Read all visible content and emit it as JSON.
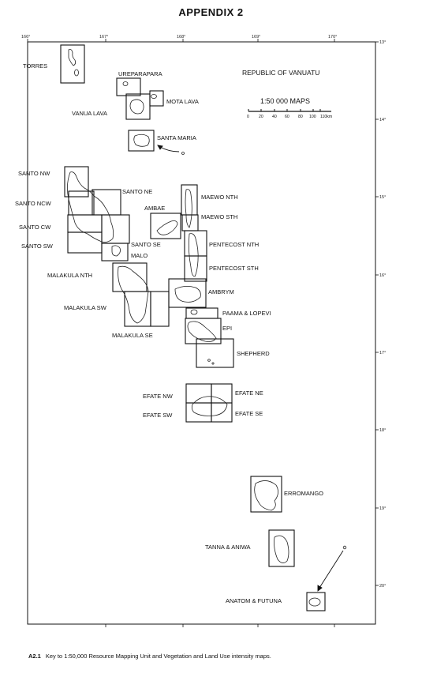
{
  "page": {
    "title": "APPENDIX 2"
  },
  "map_info": {
    "country": "REPUBLIC OF VANUATU",
    "series": "1:50 000 MAPS",
    "scale_ticks": [
      "0",
      "20",
      "40",
      "60",
      "80",
      "100",
      "110km"
    ]
  },
  "longitude_labels": [
    "166°",
    "167°",
    "168°",
    "169°",
    "170°"
  ],
  "latitude_labels": [
    "13°",
    "14°",
    "15°",
    "16°",
    "17°",
    "18°",
    "19°",
    "20°"
  ],
  "map_sheets": [
    "TORRES",
    "UREPARAPARA",
    "MOTA LAVA",
    "VANUA LAVA",
    "SANTA MARIA",
    "SANTO NW",
    "SANTO NE",
    "SANTO NCW",
    "SANTO CW",
    "SANTO SW",
    "SANTO SE",
    "MALO",
    "MAEWO NTH",
    "MAEWO STH",
    "AMBAE",
    "PENTECOST NTH",
    "PENTECOST STH",
    "MALAKULA NTH",
    "AMBRYM",
    "MALAKULA SW",
    "PAAMA & LOPEVI",
    "EPI",
    "MALAKULA SE",
    "SHEPHERD",
    "EFATE NW",
    "EFATE NE",
    "EFATE SW",
    "EFATE SE",
    "ERROMANGO",
    "TANNA & ANIWA",
    "ANATOM & FUTUNA"
  ],
  "caption": {
    "number": "A2.1",
    "text": "Key to 1:50,000 Resource Mapping Unit and Vegetation and Land Use intensity maps."
  }
}
